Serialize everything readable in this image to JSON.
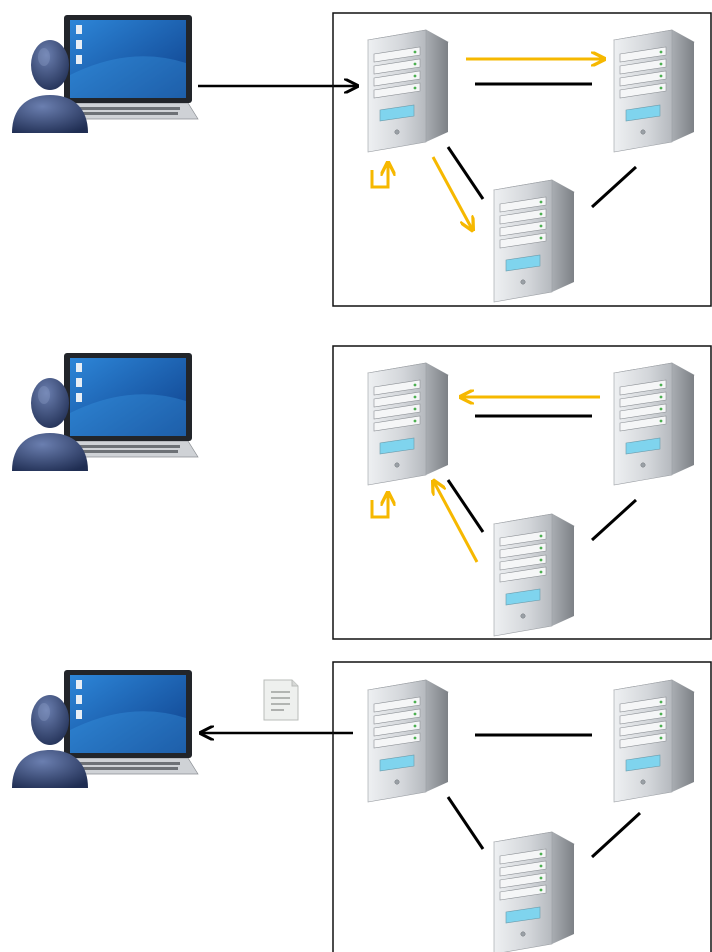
{
  "colors": {
    "background": "#ffffff",
    "frame_border": "#111111",
    "link_line": "#000000",
    "message_arrow": "#f6b800",
    "request_arrow": "#000000",
    "screen_blue": "#1b5fb3",
    "person": "#3b4d7a",
    "server_body": "#c9cbce"
  },
  "icons": {
    "client": "user-with-laptop-icon",
    "server": "server-tower-icon",
    "result": "document-icon"
  },
  "panels": [
    {
      "name": "step-1-request-and-propagate",
      "client_arrow": "client-to-cluster",
      "result_document": false,
      "cluster_links": [
        "top-left-top-right",
        "top-left-bottom",
        "top-right-bottom"
      ],
      "message_arrows": [
        "leader-to-right",
        "leader-to-bottom",
        "leader-self-loop"
      ]
    },
    {
      "name": "step-2-acknowledge",
      "client_arrow": "none",
      "result_document": false,
      "cluster_links": [
        "top-left-top-right",
        "top-left-bottom",
        "top-right-bottom"
      ],
      "message_arrows": [
        "right-to-leader",
        "bottom-to-leader",
        "leader-self-loop"
      ]
    },
    {
      "name": "step-3-reply",
      "client_arrow": "cluster-to-client",
      "result_document": true,
      "cluster_links": [
        "top-left-top-right",
        "top-left-bottom",
        "top-right-bottom"
      ],
      "message_arrows": []
    }
  ]
}
